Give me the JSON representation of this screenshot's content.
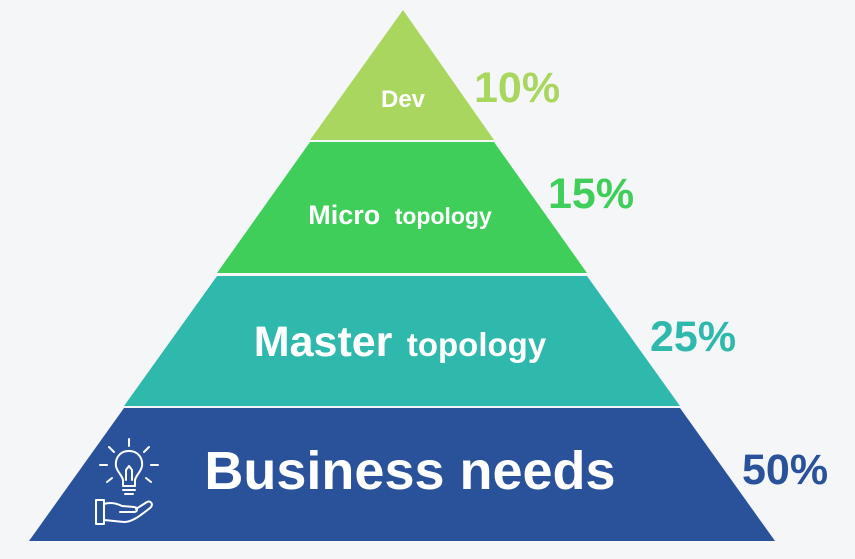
{
  "pyramid": {
    "levels": [
      {
        "id": "dev",
        "label_main": "Dev",
        "label_sub": "",
        "percent": "10%",
        "value": 10,
        "fill": "#a8d65e",
        "percent_color": "#a8d65e"
      },
      {
        "id": "micro",
        "label_main": "Micro",
        "label_sub": "topology",
        "percent": "15%",
        "value": 15,
        "fill": "#3fce5a",
        "percent_color": "#3fce5a"
      },
      {
        "id": "master",
        "label_main": "Master",
        "label_sub": "topology",
        "percent": "25%",
        "value": 25,
        "fill": "#2fb9ad",
        "percent_color": "#2fb9ad"
      },
      {
        "id": "business",
        "label_main": "Business needs",
        "label_sub": "",
        "percent": "50%",
        "value": 50,
        "fill": "#2a529a",
        "percent_color": "#2a529a",
        "icon": "lightbulb-hand-icon"
      }
    ]
  },
  "colors": {
    "background": "#f5f6f7",
    "label_text": "#ffffff"
  }
}
